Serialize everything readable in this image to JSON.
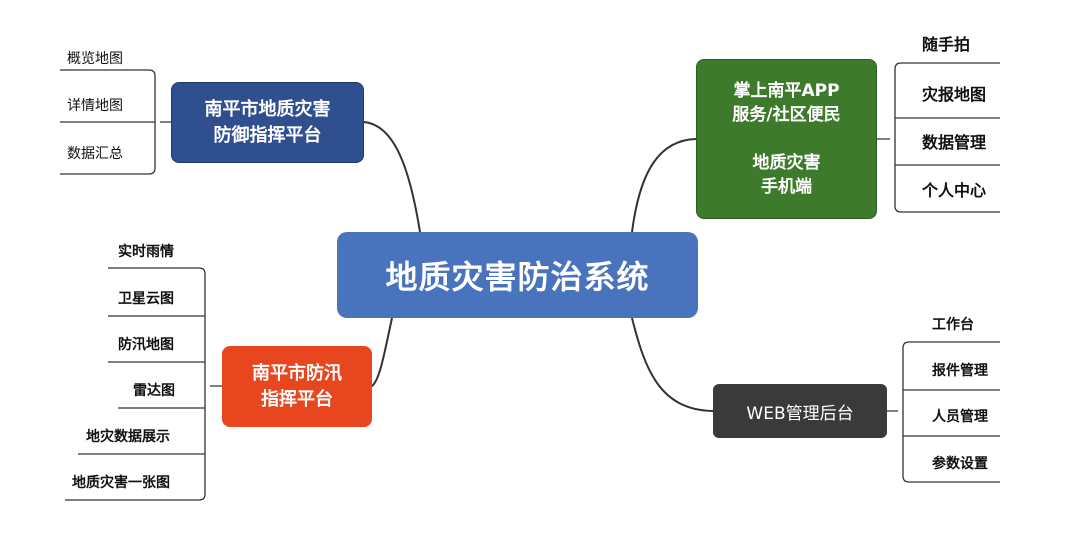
{
  "central": {
    "label": "地质灾害防治系统",
    "color": "#4a73bd"
  },
  "branches": {
    "defense_platform": {
      "label": "南平市地质灾害\n防御指挥平台",
      "color": "#2f4f8f",
      "items": [
        "概览地图",
        "详情地图",
        "数据汇总"
      ]
    },
    "flood_platform": {
      "label": "南平市防汛\n指挥平台",
      "color": "#e8461f",
      "items": [
        "实时雨情",
        "卫星云图",
        "防汛地图",
        "雷达图",
        "地灾数据展示",
        "地质灾害一张图"
      ]
    },
    "mobile_app": {
      "label": "掌上南平APP\n服务/社区便民\n\n地质灾害\n手机端",
      "color": "#3e7a2c",
      "items": [
        "随手拍",
        "灾报地图",
        "数据管理",
        "个人中心"
      ]
    },
    "web_admin": {
      "label": "WEB管理后台",
      "color": "#3a3a3a",
      "items": [
        "工作台",
        "报件管理",
        "人员管理",
        "参数设置"
      ]
    }
  }
}
